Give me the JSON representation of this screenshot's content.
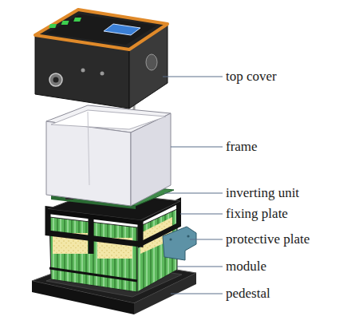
{
  "diagram": {
    "labels": [
      "top cover",
      "frame",
      "inverting unit",
      "fixing plate",
      "protective plate",
      "module",
      "pedestal"
    ]
  }
}
